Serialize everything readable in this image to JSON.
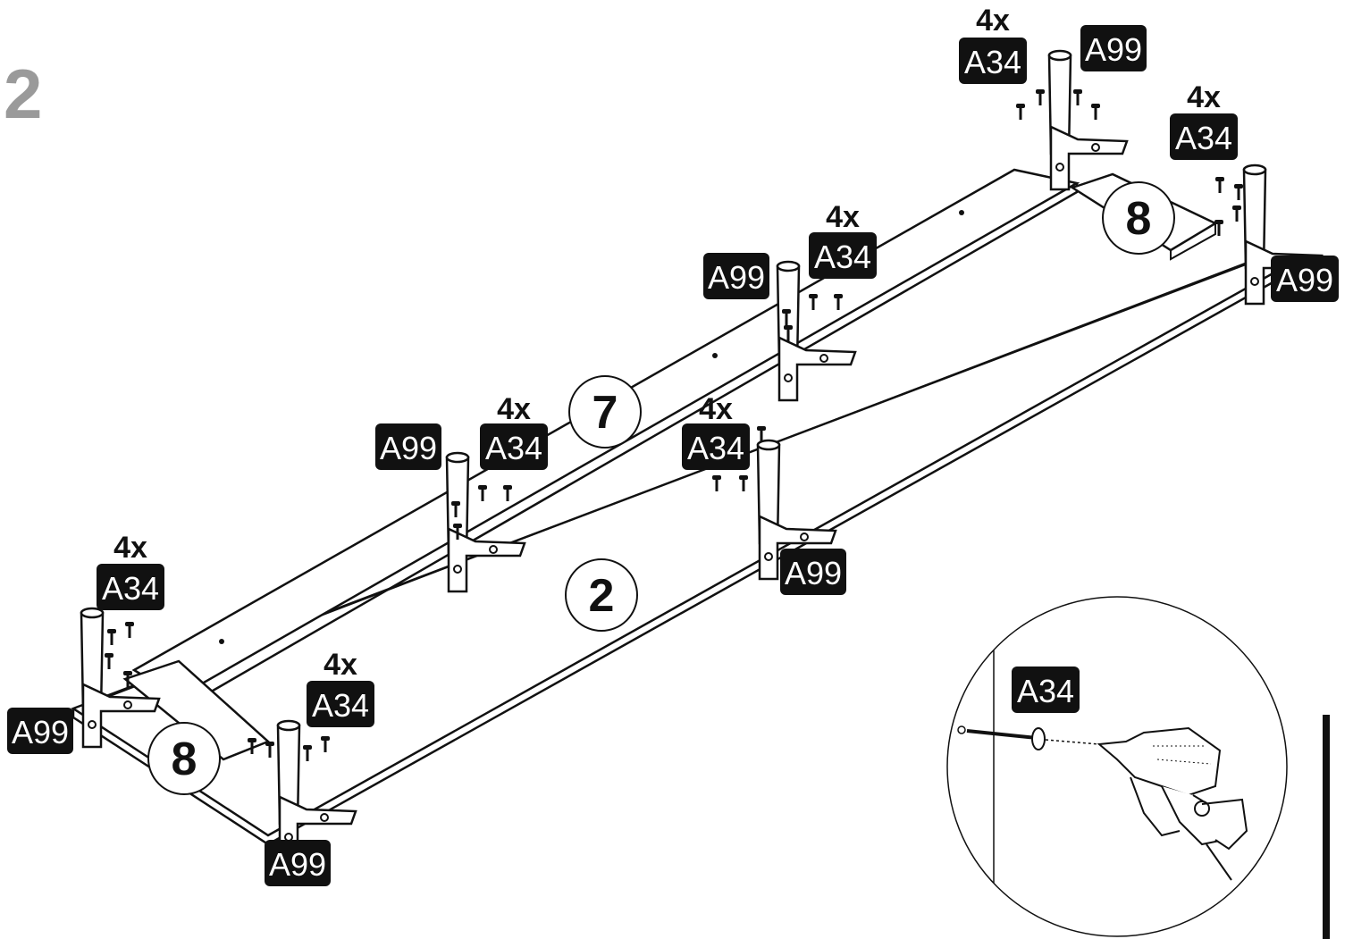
{
  "step_number": "2",
  "callouts": [
    {
      "id": "fl",
      "qty": "4x",
      "part": "A34"
    },
    {
      "id": "fm",
      "qty": "4x",
      "part": "A34"
    },
    {
      "id": "ml",
      "qty": "4x",
      "part": "A34"
    },
    {
      "id": "mc",
      "qty": "4x",
      "part": "A34"
    },
    {
      "id": "br",
      "qty": "4x",
      "part": "A34"
    },
    {
      "id": "tr1",
      "qty": "4x",
      "part": "A34"
    },
    {
      "id": "tr2",
      "qty": "4x",
      "part": "A34"
    }
  ],
  "leg_labels": [
    "A99",
    "A99",
    "A99",
    "A99",
    "A99",
    "A99",
    "A99"
  ],
  "panel_numbers": {
    "side_left": "8",
    "side_right": "8",
    "rail": "7",
    "top": "2"
  },
  "detail": {
    "part": "A34",
    "icon": "drill-icon"
  },
  "colors": {
    "tag_bg": "#111111",
    "tag_text": "#ffffff",
    "step_gray": "#9a9a9a"
  }
}
